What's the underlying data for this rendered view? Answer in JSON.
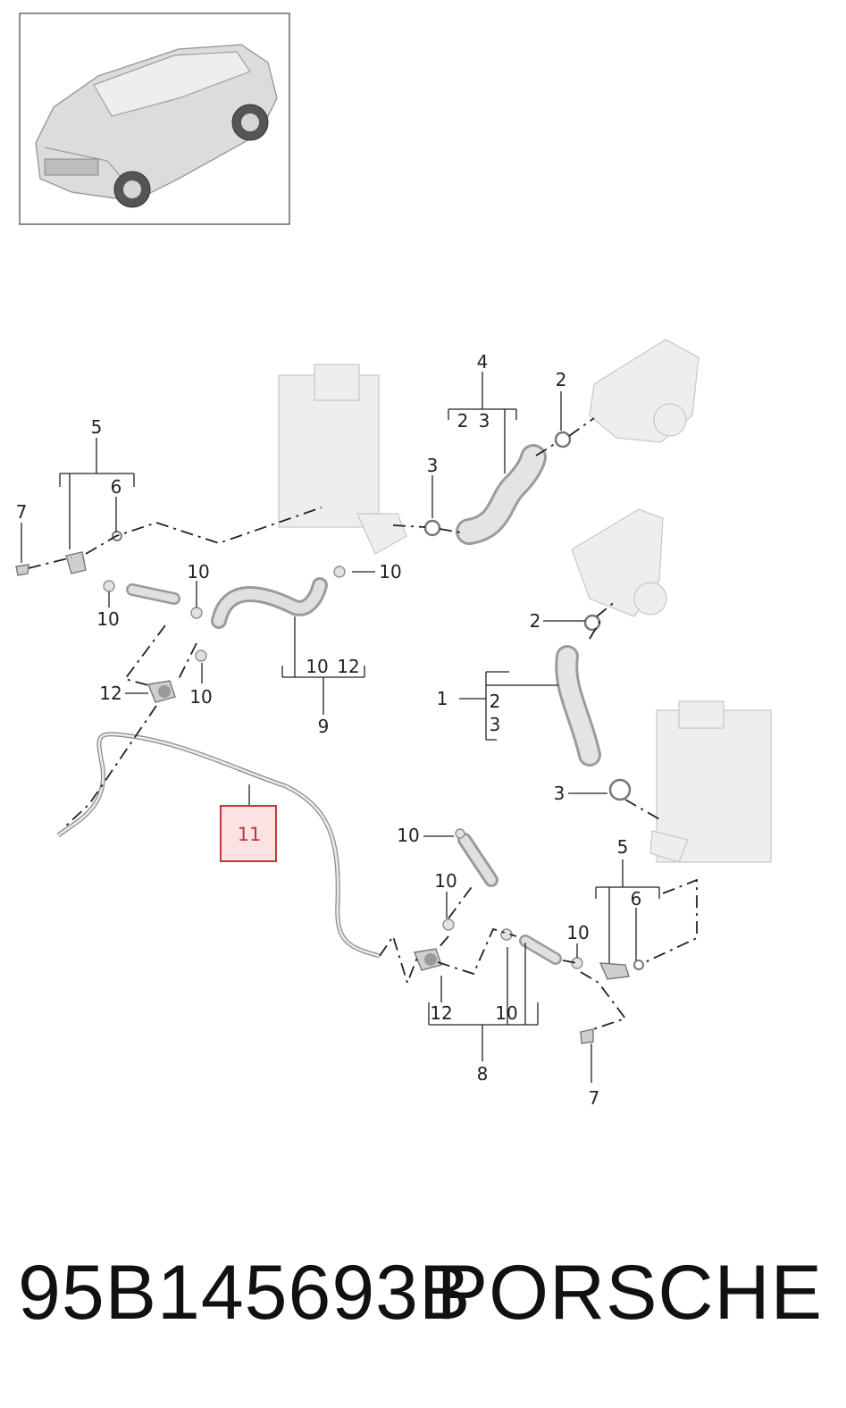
{
  "labels": {
    "p4": "4",
    "p4a": "2",
    "p4b": "3",
    "p2_top": "2",
    "p3_top": "3",
    "p5_left": "5",
    "p6_left": "6",
    "p7_left": "7",
    "p10_a": "10",
    "p10_b": "10",
    "p10_c": "10",
    "p10_d": "10",
    "p12_left": "12",
    "p9a": "10",
    "p9b": "12",
    "p9": "9",
    "p2_mid": "2",
    "p1": "1",
    "p1a": "2",
    "p1b": "3",
    "p3_mid": "3",
    "p11": "11",
    "p10_e": "10",
    "p10_f": "10",
    "p5_right": "5",
    "p6_right": "6",
    "p10_g": "10",
    "p12_right": "12",
    "p10_h": "10",
    "p8": "8",
    "p7_right": "7"
  },
  "footer": {
    "part_number": "95B145693B",
    "brand": "PORSCHE"
  },
  "colors": {
    "highlight": "#c0393b",
    "highlight_fill": "#fbe3e3"
  }
}
